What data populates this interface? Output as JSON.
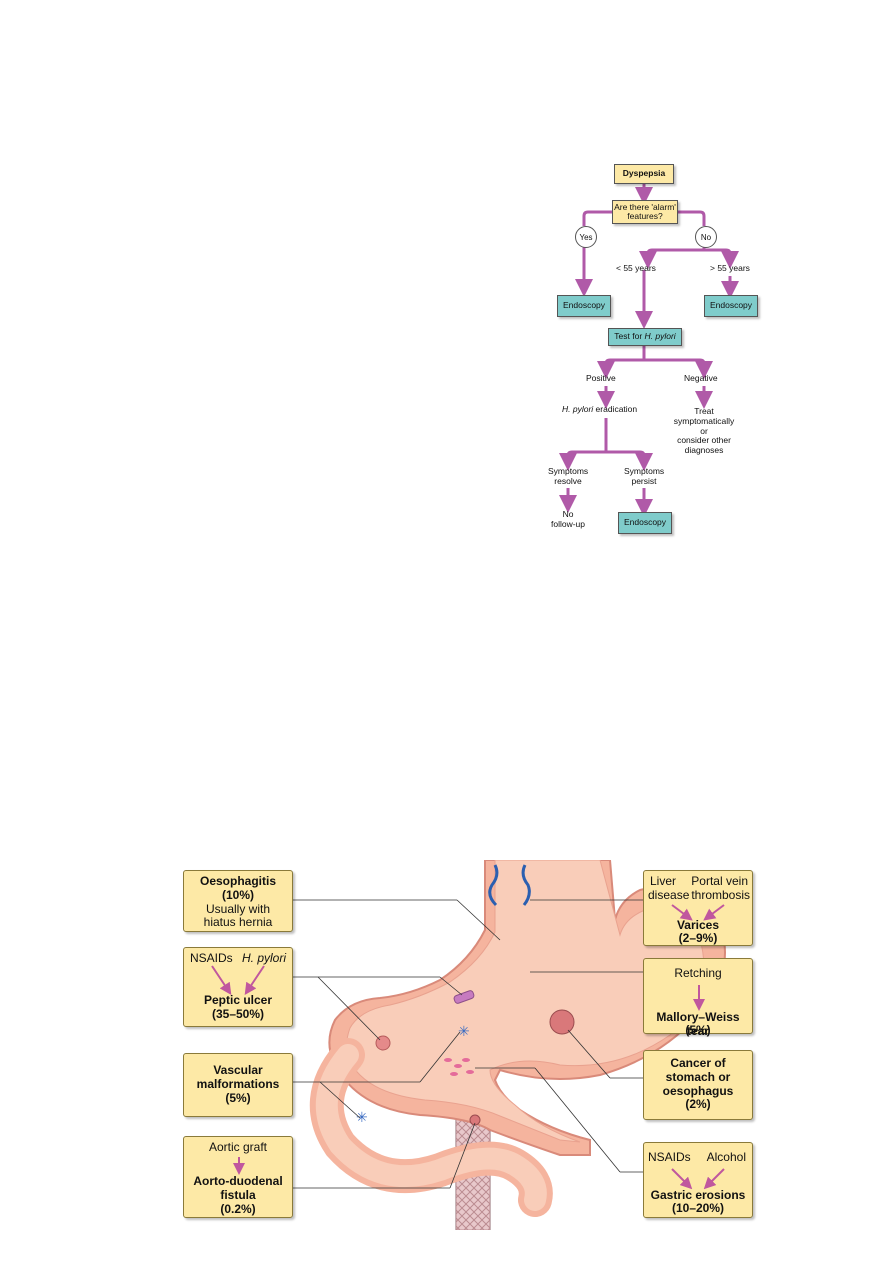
{
  "flowchart": {
    "dyspepsia": "Dyspepsia",
    "alarm_q": "Are there 'alarm' features?",
    "yes": "Yes",
    "no": "No",
    "under55": "< 55 years",
    "over55": "> 55 years",
    "endoscopy_left": "Endoscopy",
    "endoscopy_right": "Endoscopy",
    "test_prefix": "Test for ",
    "test_italic": "H. pylori",
    "positive": "Positive",
    "negative": "Negative",
    "erad_italic": "H. pylori",
    "erad_suffix": " eradication",
    "treat_l1": "Treat",
    "treat_l2": "symptomatically",
    "treat_l3": "or",
    "treat_l4": "consider other",
    "treat_l5": "diagnoses",
    "resolve_l1": "Symptoms",
    "resolve_l2": "resolve",
    "persist_l1": "Symptoms",
    "persist_l2": "persist",
    "nofollow_l1": "No",
    "nofollow_l2": "follow-up",
    "endoscopy_bottom": "Endoscopy"
  },
  "bleeding": {
    "oesophagitis": {
      "title": "Oesophagitis",
      "pct": "(10%)",
      "note1": "Usually with",
      "note2": "hiatus hernia"
    },
    "peptic": {
      "cause1": "NSAIDs",
      "cause2": "H. pylori",
      "title": "Peptic ulcer",
      "pct": "(35–50%)"
    },
    "vascular": {
      "title1": "Vascular",
      "title2": "malformations",
      "pct": "(5%)"
    },
    "aorto": {
      "cause": "Aortic graft",
      "title1": "Aorto-duodenal",
      "title2": "fistula",
      "pct": "(0.2%)"
    },
    "varices": {
      "cause1a": "Liver",
      "cause1b": "disease",
      "cause2a": "Portal vein",
      "cause2b": "thrombosis",
      "title": "Varices",
      "pct": "(2–9%)"
    },
    "mallory": {
      "cause": "Retching",
      "title": "Mallory–Weiss tear",
      "pct": "(5%)"
    },
    "cancer": {
      "title1": "Cancer of",
      "title2": "stomach or",
      "title3": "oesophagus",
      "pct": "(2%)"
    },
    "erosions": {
      "cause1": "NSAIDs",
      "cause2": "Alcohol",
      "title": "Gastric erosions",
      "pct": "(10–20%)"
    }
  },
  "colors": {
    "arrow": "#b05aa8",
    "yellow_box": "#fde9a6",
    "teal_box": "#7fcccb",
    "stomach": "#f5b49e",
    "causal_arrow": "#c0579e"
  }
}
